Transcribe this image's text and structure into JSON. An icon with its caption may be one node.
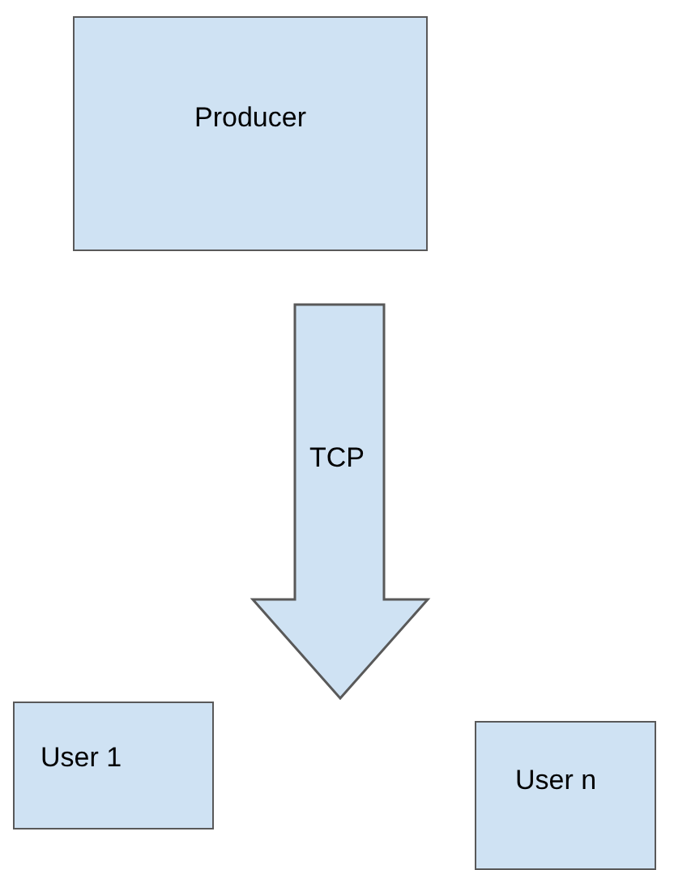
{
  "diagram": {
    "nodes": [
      {
        "text": [
          "Producer"
        ]
      },
      {
        "text": [
          "TCP"
        ]
      },
      {
        "text": [
          "User 1"
        ]
      },
      {
        "text": [
          "User n"
        ]
      }
    ]
  }
}
